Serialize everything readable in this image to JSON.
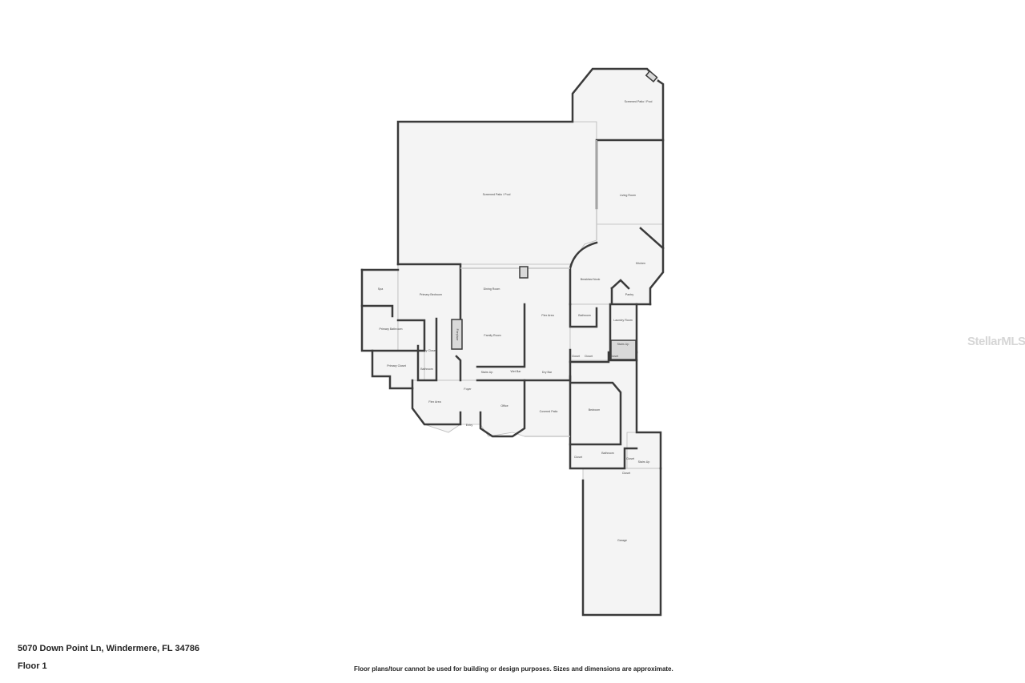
{
  "footer": {
    "address": "5070 Down Point Ln, Windermere, FL 34786",
    "floor": "Floor 1",
    "disclaimer": "Floor plans/tour cannot be used for building or design purposes. Sizes and dimensions are approximate."
  },
  "watermark": "StellarMLS",
  "rooms": {
    "patio_pool_main": "Screened Patio / Pool",
    "patio_pool_upper": "Screened Patio / Pool",
    "living_room": "Living Room",
    "kitchen": "Kitchen",
    "breakfast_nook": "Breakfast Nook",
    "pantry": "Pantry",
    "dining_room": "Dining Room",
    "flex_area_center": "Flex Area",
    "bathroom_center": "Bathroom",
    "laundry_room": "Laundry Room",
    "stairs_up_laundry": "Stairs Up",
    "family_room": "Family Room",
    "fireplace": "Fireplace",
    "primary_bedroom": "Primary Bedroom",
    "spa": "Spa",
    "primary_bathroom": "Primary Bathroom",
    "primary_closet_small": "Primary Closet",
    "primary_closet_large": "Primary Closet",
    "bathroom_primary": "Bathroom",
    "foyer": "Foyer",
    "stairs_up_foyer": "Stairs Up",
    "wet_bar": "Wet Bar",
    "dry_bar": "Dry Bar",
    "closet_1": "Closet",
    "closet_2": "Closet",
    "closet_3": "Closet",
    "bedroom": "Bedroom",
    "flex_area_left": "Flex Area",
    "office": "Office",
    "entry": "Entry",
    "covered_patio": "Covered Patio",
    "closet_bedroom": "Closet",
    "bathroom_bedroom": "Bathroom",
    "closet_4": "Closet",
    "stairs_up_garage": "Stairs Up",
    "closet_5": "Closet",
    "garage": "Garage"
  }
}
